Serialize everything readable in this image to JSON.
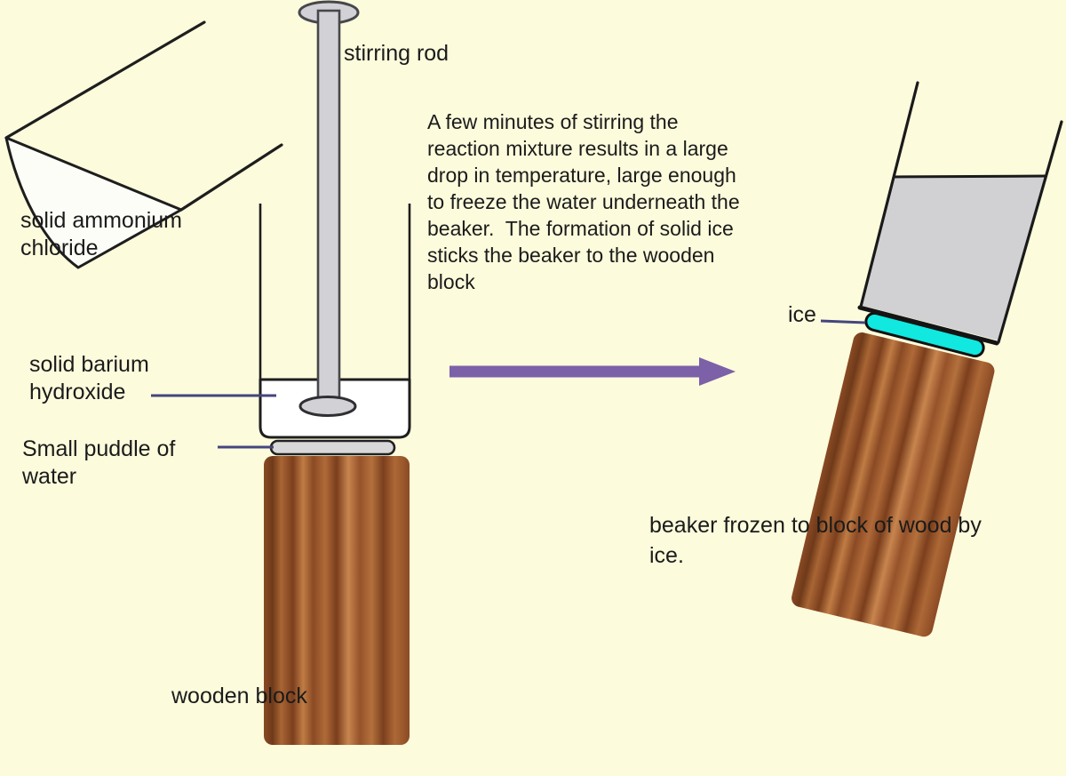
{
  "diagram": {
    "labels": {
      "stirring_rod": "stirring rod",
      "ammonium_chloride": [
        "solid ammonium",
        "chloride"
      ],
      "barium_hydroxide": [
        "solid barium",
        "hydroxide"
      ],
      "water_puddle": [
        "Small puddle of",
        "water"
      ],
      "wooden_block": "wooden block",
      "ice": "ice",
      "frozen_caption": [
        "beaker frozen to block of wood by",
        "ice."
      ]
    },
    "paragraph": [
      "A few minutes of stirring the",
      "reaction mixture results in a large",
      "drop in temperature, large enough",
      "to freeze the water underneath the",
      "beaker.  The formation of solid ice",
      "sticks the beaker to the wooden",
      "block"
    ],
    "colors": {
      "background": "#FCFBDC",
      "outline": "#1E1E1E",
      "leader_line": "#45457F",
      "arrow": "#7C60A8",
      "ice": "#10E8E0",
      "glass_fill": "#D1D0D3",
      "rod_fill": "#D2D1D5",
      "puddle_fill": "#D8D8D8",
      "liquid_fill": "#FFFFFF",
      "paper_fill": "#FDFDF8",
      "wood_dark": "#7A3E1C",
      "wood_mid": "#A96534",
      "wood_light": "#C8854E",
      "text": "#1B1B1B"
    }
  }
}
